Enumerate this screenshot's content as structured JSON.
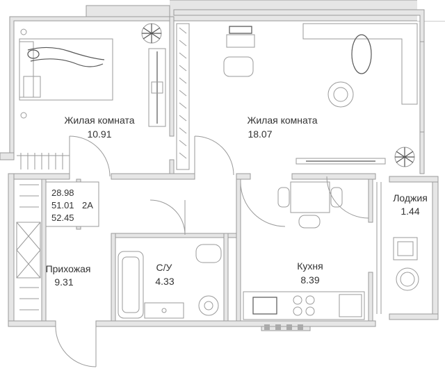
{
  "rooms": {
    "living_small": {
      "label": "Жилая комната",
      "area": "10.91"
    },
    "living_large": {
      "label": "Жилая комната",
      "area": "18.07"
    },
    "hallway": {
      "label": "Прихожая",
      "area": "9.31"
    },
    "bathroom": {
      "label": "С/У",
      "area": "4.33"
    },
    "kitchen": {
      "label": "Кухня",
      "area": "8.39"
    },
    "loggia": {
      "label": "Лоджия",
      "area": "1.44"
    }
  },
  "summary": {
    "living_area": "28.98",
    "total_area": "51.01",
    "total_with_loggia": "52.45",
    "type": "2A"
  },
  "colors": {
    "wall_fill": "#e6e6e6",
    "line": "#9a9a9a",
    "text": "#333333"
  },
  "icons": [
    "plant-icon",
    "bed-icon",
    "desk-icon",
    "sofa-icon",
    "bathtub-icon",
    "sink-icon",
    "toilet-icon",
    "stove-icon",
    "table-icon"
  ]
}
